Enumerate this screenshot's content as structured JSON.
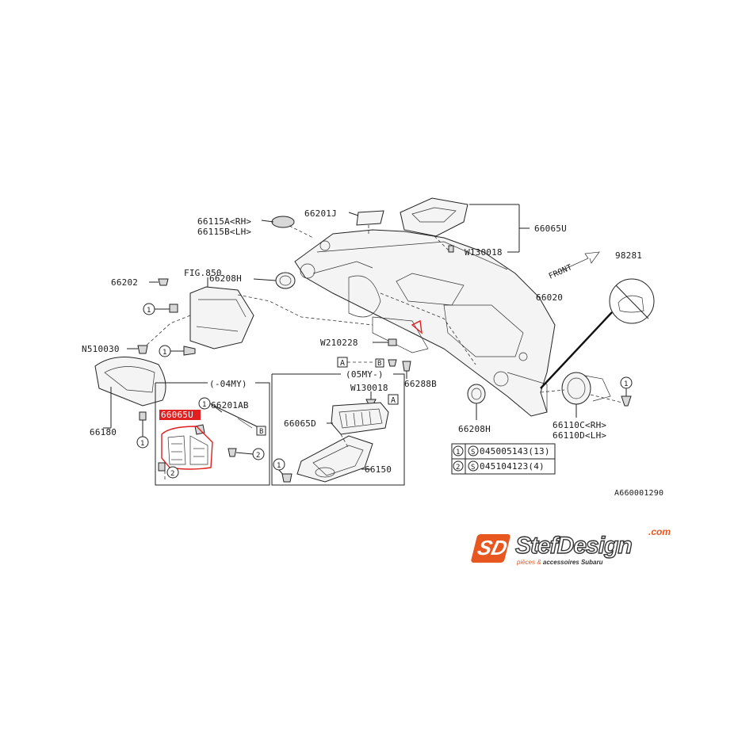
{
  "labels": {
    "p66115": "66115A<RH>",
    "p66115b": "66115B<LH>",
    "p66201j": "66201J",
    "p66065u": "66065U",
    "w130018_top": "W130018",
    "front": "FRONT",
    "p98281": "98281",
    "p66202": "66202",
    "fig850": "FIG.850",
    "p66208h_top": "66208H",
    "p66020": "66020",
    "w210228": "W210228",
    "n510030": "N510030",
    "box_a": "A",
    "box_b": "B",
    "p66288b": "66288B",
    "my05": "(05MY-)",
    "w130018_mid": "W130018",
    "box_a2": "A",
    "my04": "(-04MY)",
    "p66201ab": "66201AB",
    "p66065_red": "66065U",
    "box_b2": "B",
    "p66065d": "66065D",
    "p66180": "66180",
    "p66150": "66150",
    "p66208h_bot": "66208H",
    "p66110c": "66110C<RH>",
    "p66110d": "66110D<LH>",
    "callout_1": "1",
    "callout_2": "2",
    "legend_1_num": "1",
    "legend_1_code": "045005143(13)",
    "legend_2_num": "2",
    "legend_2_code": "045104123(4)",
    "legend_s": "S",
    "ref_code": "A660001290"
  },
  "logo": {
    "mark": "SD",
    "word": "StefDesign",
    "com": ".com",
    "tagline_a": "pièces & ",
    "tagline_b": "accessoires Subaru"
  },
  "colors": {
    "highlight": "#e02020",
    "brand": "#e8571f"
  }
}
